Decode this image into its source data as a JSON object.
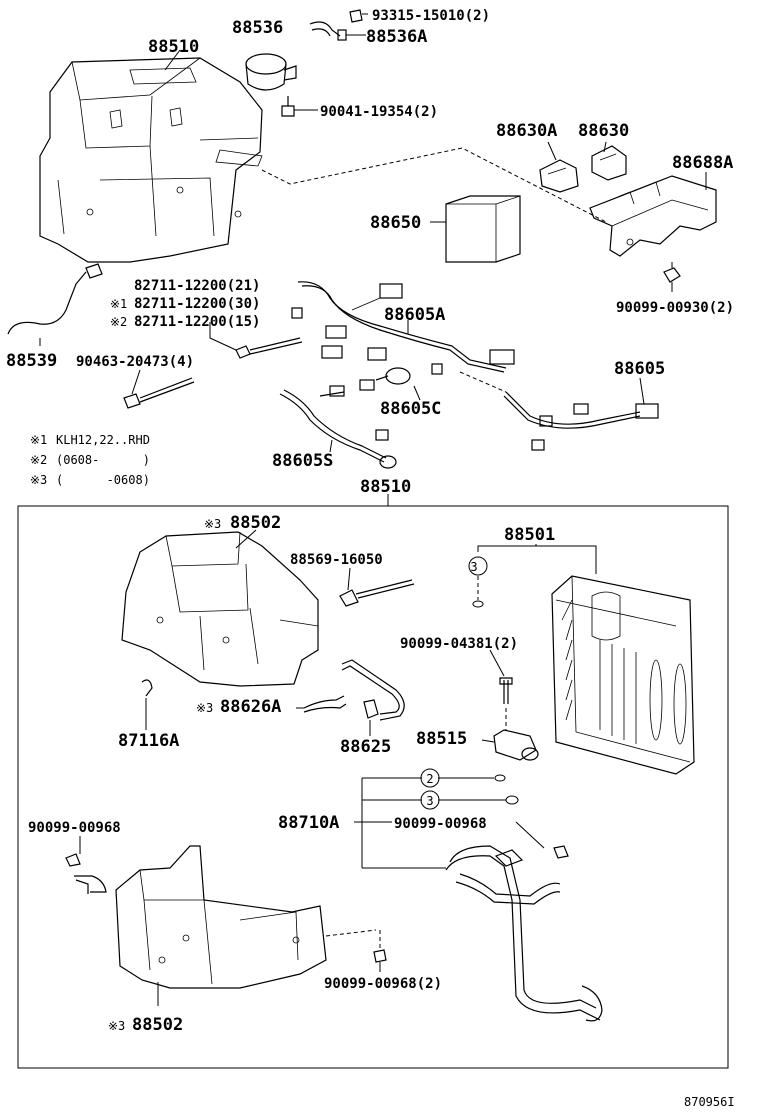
{
  "notes": [
    {
      "mark": "※1",
      "text": "KLH12,22..RHD"
    },
    {
      "mark": "※2",
      "text": "(0608-      )"
    },
    {
      "mark": "※3",
      "text": "(      -0608)"
    }
  ],
  "upper_labels": {
    "l88510": "88510",
    "l88536": "88536",
    "l88536a": "88536A",
    "l93315": "93315-15010(2)",
    "l90041": "90041-19354(2)",
    "l88630a": "88630A",
    "l88630": "88630",
    "l88688a": "88688A",
    "l88650": "88650",
    "l82711a": "82711-12200(21)",
    "l82711b": "82711-12200(30)",
    "l82711b_mark": "※1",
    "l82711c": "82711-12200(15)",
    "l82711c_mark": "※2",
    "l88605a": "88605A",
    "l90099_00930": "90099-00930(2)",
    "l88539": "88539",
    "l90463": "90463-20473(4)",
    "l88605": "88605",
    "l88605c": "88605C",
    "l88605s": "88605S"
  },
  "box_title": "88510",
  "lower_labels": {
    "l88502_top": "88502",
    "l88502_top_mark": "※3",
    "l88501": "88501",
    "l88569": "88569-16050",
    "l90099_04381": "90099-04381(2)",
    "l88626a": "88626A",
    "l88626a_mark": "※3",
    "l87116a": "87116A",
    "l88625": "88625",
    "l88515": "88515",
    "l88710a": "88710A",
    "l90099_00968_mid": "90099-00968",
    "l90099_00968_left": "90099-00968",
    "l90099_00968_2": "90099-00968(2)",
    "l88502_bot": "88502",
    "l88502_bot_mark": "※3",
    "circle2": "2",
    "circle3a": "3",
    "circle3b": "3"
  },
  "diagram_id": "870956I"
}
